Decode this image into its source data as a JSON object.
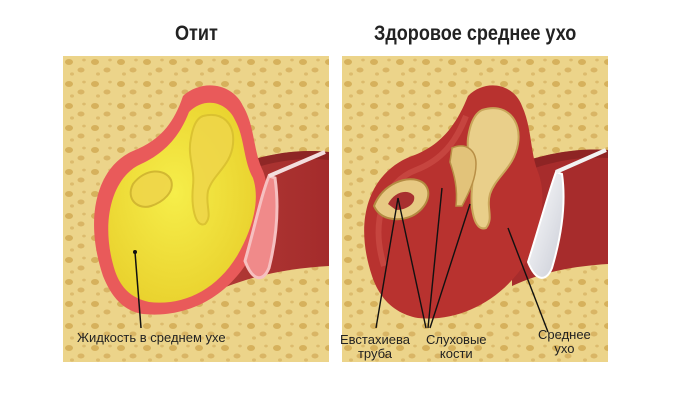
{
  "titles": {
    "left": "Отит",
    "right": "Здоровое среднее ухо"
  },
  "labels": {
    "fluid": "Жидкость в среднем ухе",
    "eustachian": [
      "Евстахиева",
      "труба"
    ],
    "ossicles": [
      "Слуховые",
      "кости"
    ],
    "middle_ear": [
      "Среднее",
      "ухо"
    ]
  },
  "colors": {
    "bone": "#ecd48a",
    "bone_pore": "#d7b463",
    "tissue": "#a52a2a",
    "tissue_light": "#c8504a",
    "fluid": "#f3e233",
    "eardrum_inflamed": "#f08a8a",
    "eardrum_healthy": "#dfe2ea"
  }
}
